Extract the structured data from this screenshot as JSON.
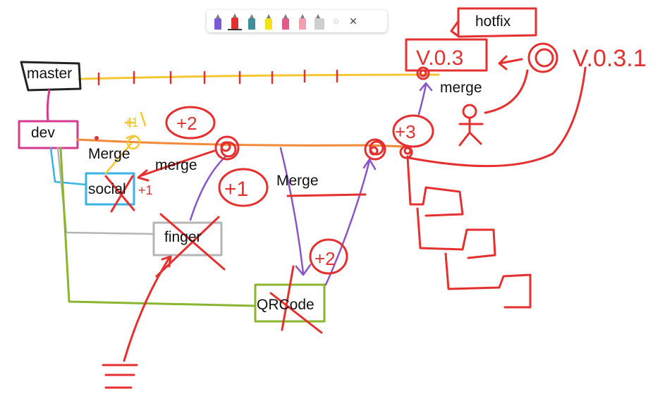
{
  "toolbar": {
    "tools": [
      {
        "icon": "pen-purple-icon",
        "color": "#7b5bd6"
      },
      {
        "icon": "pen-red-icon",
        "color": "#e03030"
      },
      {
        "icon": "pen-teal-icon",
        "color": "#3f8f9a"
      },
      {
        "icon": "highlighter-yellow-icon",
        "color": "#f2e21a"
      },
      {
        "icon": "pen-pink-icon",
        "color": "#e15b88"
      },
      {
        "icon": "eraser-icon",
        "color": "#f2a0b0"
      },
      {
        "icon": "ruler-icon",
        "color": "#9a9a9a"
      }
    ],
    "lasso_icon": "lasso-icon",
    "close_label": "✕"
  },
  "labels": {
    "master": "master",
    "dev": "dev",
    "hotfix": "hotfix",
    "social": "social",
    "finger": "finger",
    "qrcode": "QRCode",
    "merge_dev": "Merge",
    "merge_social": "merge",
    "merge_mid": "Merge",
    "merge_master": "merge"
  },
  "annotations": {
    "version_a": "V.0.3",
    "version_b": "V.0.3.1",
    "plus_2_top": "+2",
    "plus_1_finger": "+1",
    "plus_1_social": "+1",
    "plus_2_qr": "+2",
    "plus_3": "+3",
    "plus_1_yellow": "+1"
  },
  "colors": {
    "red": "#e53030",
    "yellow": "#f5c733",
    "orange": "#f08a3a",
    "purple": "#8a55c8",
    "dev_pink": "#d63a8f",
    "social_blue": "#39b2e6",
    "finger_gray": "#b5b5b5",
    "qr_green": "#8ab52e",
    "master_black": "#222222"
  }
}
